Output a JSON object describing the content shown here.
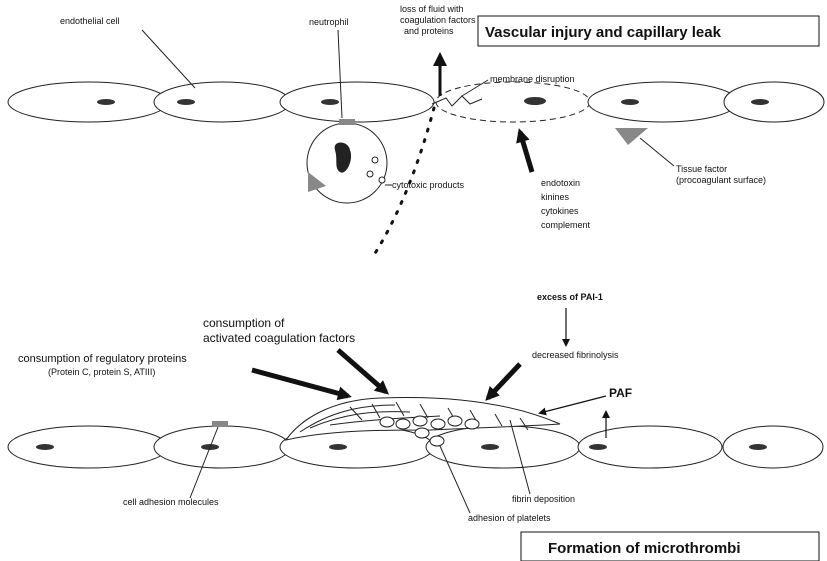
{
  "top_panel": {
    "title": "Vascular injury and capillary leak",
    "labels": {
      "endothelial_cell": "endothelial cell",
      "neutrophil": "neutrophil",
      "loss_of_fluid_1": "loss of fluid with",
      "loss_of_fluid_2": "coagulation factors",
      "loss_of_fluid_3": "and proteins",
      "membrane_disruption": "membrane disruption",
      "cytotoxic_products": "cytotoxic products",
      "tissue_factor_1": "Tissue factor",
      "tissue_factor_2": "(procoagulant surface)",
      "mediators": [
        "endotoxin",
        "kinines",
        "cytokines",
        "complement"
      ]
    }
  },
  "bottom_panel": {
    "title": "Formation of microthrombi",
    "labels": {
      "excess_pai": "excess of PAI-1",
      "consumption_activated_1": "consumption of",
      "consumption_activated_2": "activated coagulation factors",
      "consumption_regulatory": "consumption of regulatory proteins",
      "regulatory_list": "(Protein C, protein S, ATIII)",
      "decreased_fibrinolysis": "decreased fibrinolysis",
      "paf": "PAF",
      "cell_adhesion": "cell adhesion molecules",
      "fibrin_deposition": "fibrin deposition",
      "adhesion_platelets": "adhesion of platelets"
    }
  },
  "colors": {
    "line": "#222222",
    "nucleus": "#333333",
    "receptor": "#888888"
  }
}
